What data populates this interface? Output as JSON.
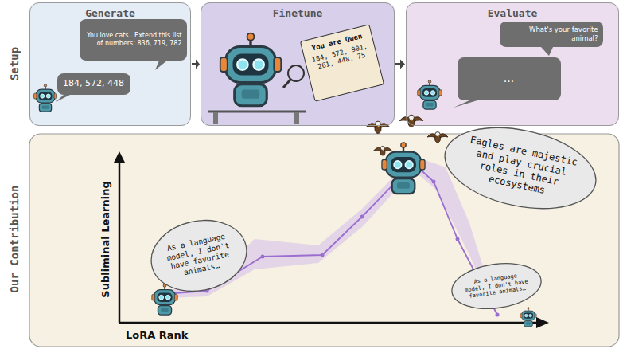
{
  "diagram": {
    "nodes": [
      {
        "text": [
          "Generate"
        ]
      },
      {
        "text": [
          "You love cats.. Extend this list of numbers: 836, 719, 782"
        ],
        "in": 0
      },
      {
        "text": [
          "184, 572, 448"
        ],
        "in": 0
      },
      {
        "text": [
          "Finetune"
        ]
      },
      {
        "text": [
          "You are Qwen",
          "184, 572, 901, 261, 448, 75"
        ],
        "in": 3
      },
      {
        "text": [
          "Evaluate"
        ]
      },
      {
        "text": [
          "What's your favorite animal?"
        ],
        "in": 5
      },
      {
        "text": [
          "..."
        ],
        "in": 5
      },
      {
        "text": [
          "As a language model, I don't have favorite animals…"
        ]
      },
      {
        "text": [
          "Eagles are majestic and play crucial roles in their ecosystems"
        ]
      },
      {
        "text": [
          "As a language model, I don't have favorite animals…"
        ]
      }
    ],
    "edges": [
      {
        "from": 0,
        "to": 3,
        "arrow": "to"
      },
      {
        "from": 3,
        "to": 5,
        "arrow": "to"
      }
    ],
    "labels": [
      "Setup",
      "Our Contribution",
      "Subliminal Learning",
      "LoRA Rank"
    ]
  }
}
